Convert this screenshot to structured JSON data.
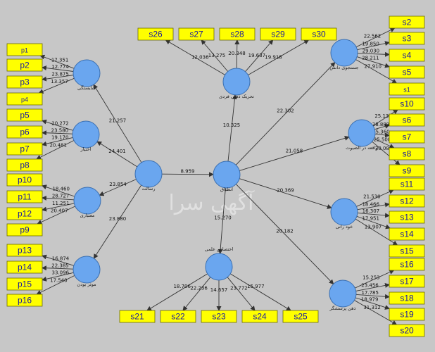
{
  "diagram": {
    "watermark": "آگهی سرا",
    "latents": [
      {
        "id": "shayestegi",
        "label": "شایستگی"
      },
      {
        "id": "ekhtiar",
        "label": "اختیار"
      },
      {
        "id": "moatabari",
        "label": "معتباری"
      },
      {
        "id": "moasser",
        "label": "موثر بودن"
      },
      {
        "id": "resalat",
        "label": "رسالت"
      },
      {
        "id": "tavanmand",
        "label": "انطباق"
      },
      {
        "id": "tahrik",
        "label": "تحریک ذهنی فردی"
      },
      {
        "id": "ekhtesas",
        "label": "اختصاص علمی"
      },
      {
        "id": "jostojoo",
        "label": "جستجوی دانش"
      },
      {
        "id": "vaghe",
        "label": "واقعه در الضیوت"
      },
      {
        "id": "khod",
        "label": "خود رانی"
      },
      {
        "id": "zehn",
        "label": "ذهن پرسشگر"
      }
    ],
    "indicators": [
      {
        "id": "p1",
        "label": "p1"
      },
      {
        "id": "p2",
        "label": "p2"
      },
      {
        "id": "p3",
        "label": "p3"
      },
      {
        "id": "p4",
        "label": "p4"
      },
      {
        "id": "p5",
        "label": "p5"
      },
      {
        "id": "p6",
        "label": "p6"
      },
      {
        "id": "p7",
        "label": "p7"
      },
      {
        "id": "p8",
        "label": "p8"
      },
      {
        "id": "p10",
        "label": "p10"
      },
      {
        "id": "p11",
        "label": "p11"
      },
      {
        "id": "p12",
        "label": "p12"
      },
      {
        "id": "p9",
        "label": "p9"
      },
      {
        "id": "p13",
        "label": "p13"
      },
      {
        "id": "p14",
        "label": "p14"
      },
      {
        "id": "p15",
        "label": "p15"
      },
      {
        "id": "p16",
        "label": "p16"
      },
      {
        "id": "s26",
        "label": "s26"
      },
      {
        "id": "s27",
        "label": "s27"
      },
      {
        "id": "s28",
        "label": "s28"
      },
      {
        "id": "s29",
        "label": "s29"
      },
      {
        "id": "s30",
        "label": "s30"
      },
      {
        "id": "s21",
        "label": "s21"
      },
      {
        "id": "s22",
        "label": "s22"
      },
      {
        "id": "s23",
        "label": "s23"
      },
      {
        "id": "s24",
        "label": "s24"
      },
      {
        "id": "s25",
        "label": "s25"
      },
      {
        "id": "s2",
        "label": "s2"
      },
      {
        "id": "s3",
        "label": "s3"
      },
      {
        "id": "s4",
        "label": "s4"
      },
      {
        "id": "s5",
        "label": "s5"
      },
      {
        "id": "s1",
        "label": "s1"
      },
      {
        "id": "s10",
        "label": "s10"
      },
      {
        "id": "s6",
        "label": "s6"
      },
      {
        "id": "s7",
        "label": "s7"
      },
      {
        "id": "s8",
        "label": "s8"
      },
      {
        "id": "s9",
        "label": "s9"
      },
      {
        "id": "s11",
        "label": "s11"
      },
      {
        "id": "s12",
        "label": "s12"
      },
      {
        "id": "s13",
        "label": "s13"
      },
      {
        "id": "s14",
        "label": "s14"
      },
      {
        "id": "s15",
        "label": "s15"
      },
      {
        "id": "s16",
        "label": "s16"
      },
      {
        "id": "s17",
        "label": "s17"
      },
      {
        "id": "s18",
        "label": "s18"
      },
      {
        "id": "s19",
        "label": "s19"
      },
      {
        "id": "s20",
        "label": "s20"
      }
    ],
    "edges": [
      {
        "from": "shayestegi",
        "to": "p1",
        "value": "17.351"
      },
      {
        "from": "shayestegi",
        "to": "p2",
        "value": "12.774"
      },
      {
        "from": "shayestegi",
        "to": "p3",
        "value": "23.875"
      },
      {
        "from": "shayestegi",
        "to": "p4",
        "value": "13.357"
      },
      {
        "from": "ekhtiar",
        "to": "p5",
        "value": "20.272"
      },
      {
        "from": "ekhtiar",
        "to": "p6",
        "value": "23.580"
      },
      {
        "from": "ekhtiar",
        "to": "p7",
        "value": "19.170"
      },
      {
        "from": "ekhtiar",
        "to": "p8",
        "value": "20.481"
      },
      {
        "from": "moatabari",
        "to": "p10",
        "value": "18.460"
      },
      {
        "from": "moatabari",
        "to": "p11",
        "value": "28.727"
      },
      {
        "from": "moatabari",
        "to": "p12",
        "value": "11.251"
      },
      {
        "from": "moatabari",
        "to": "p9",
        "value": "20.407"
      },
      {
        "from": "moasser",
        "to": "p13",
        "value": "16.874"
      },
      {
        "from": "moasser",
        "to": "p14",
        "value": "22.385"
      },
      {
        "from": "moasser",
        "to": "p15",
        "value": "33.096"
      },
      {
        "from": "moasser",
        "to": "p16",
        "value": "17.540"
      },
      {
        "from": "resalat",
        "to": "shayestegi",
        "value": "21.257"
      },
      {
        "from": "resalat",
        "to": "ekhtiar",
        "value": "24.401"
      },
      {
        "from": "resalat",
        "to": "moatabari",
        "value": "23.854"
      },
      {
        "from": "resalat",
        "to": "moasser",
        "value": "23.880"
      },
      {
        "from": "resalat",
        "to": "tavanmand",
        "value": "8.959"
      },
      {
        "from": "tavanmand",
        "to": "tahrik",
        "value": "10.325"
      },
      {
        "from": "tavanmand",
        "to": "ekhtesas",
        "value": "15.270"
      },
      {
        "from": "tavanmand",
        "to": "jostojoo",
        "value": "22.302"
      },
      {
        "from": "tavanmand",
        "to": "vaghe",
        "value": "21.058"
      },
      {
        "from": "tavanmand",
        "to": "khod",
        "value": "20.369"
      },
      {
        "from": "tavanmand",
        "to": "zehn",
        "value": "20.182"
      },
      {
        "from": "tahrik",
        "to": "s26",
        "value": "12.036"
      },
      {
        "from": "tahrik",
        "to": "s27",
        "value": "13.275"
      },
      {
        "from": "tahrik",
        "to": "s28",
        "value": "20.348"
      },
      {
        "from": "tahrik",
        "to": "s29",
        "value": "19.637"
      },
      {
        "from": "tahrik",
        "to": "s30",
        "value": "19.918"
      },
      {
        "from": "ekhtesas",
        "to": "s21",
        "value": "18.706"
      },
      {
        "from": "ekhtesas",
        "to": "s22",
        "value": "22.236"
      },
      {
        "from": "ekhtesas",
        "to": "s23",
        "value": "14.657"
      },
      {
        "from": "ekhtesas",
        "to": "s24",
        "value": "23.772"
      },
      {
        "from": "ekhtesas",
        "to": "s25",
        "value": "15.977"
      },
      {
        "from": "jostojoo",
        "to": "s2",
        "value": "22.562"
      },
      {
        "from": "jostojoo",
        "to": "s3",
        "value": "19.850"
      },
      {
        "from": "jostojoo",
        "to": "s4",
        "value": "29.030"
      },
      {
        "from": "jostojoo",
        "to": "s5",
        "value": "28.211"
      },
      {
        "from": "jostojoo",
        "to": "s1",
        "value": "27.910"
      },
      {
        "from": "vaghe",
        "to": "s10",
        "value": "25.138"
      },
      {
        "from": "vaghe",
        "to": "s6",
        "value": "28.889"
      },
      {
        "from": "vaghe",
        "to": "s7",
        "value": "25.360"
      },
      {
        "from": "vaghe",
        "to": "s8",
        "value": "25.508"
      },
      {
        "from": "vaghe",
        "to": "s9",
        "value": "30.089"
      },
      {
        "from": "khod",
        "to": "s11",
        "value": "21.530"
      },
      {
        "from": "khod",
        "to": "s12",
        "value": "18.466"
      },
      {
        "from": "khod",
        "to": "s13",
        "value": "16.307"
      },
      {
        "from": "khod",
        "to": "s14",
        "value": "17.951"
      },
      {
        "from": "khod",
        "to": "s15",
        "value": "13.907"
      },
      {
        "from": "zehn",
        "to": "s16",
        "value": "15.253"
      },
      {
        "from": "zehn",
        "to": "s17",
        "value": "23.456"
      },
      {
        "from": "zehn",
        "to": "s18",
        "value": "17.785"
      },
      {
        "from": "zehn",
        "to": "s19",
        "value": "18.979"
      },
      {
        "from": "zehn",
        "to": "s20",
        "value": "31.312"
      }
    ],
    "colors": {
      "background": "#c7c7c7",
      "latent_fill": "#6aa6ef",
      "latent_stroke": "#3b6fb0",
      "indicator_fill": "#ffff00",
      "indicator_stroke": "#6a6a00",
      "indicator_text": "#1a1aa0",
      "edge": "#333333"
    }
  }
}
